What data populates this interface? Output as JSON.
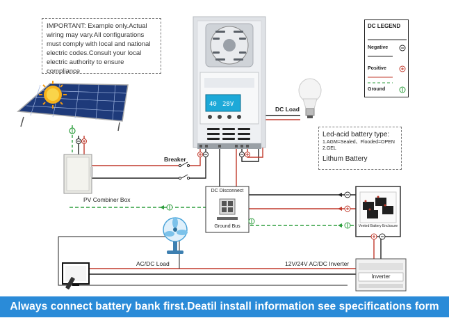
{
  "note": {
    "text": "IMPORTANT: Example only.Actual wiring may vary.All configurations must comply with local and national electric codes.Consult your local electric authority to ensure compliance"
  },
  "legend": {
    "title": "DC LEGEND",
    "negative": "Negative",
    "positive": "Positive",
    "ground": "Ground",
    "colors": {
      "negative": "#222222",
      "positive": "#c0392b",
      "ground": "#2e9e3e"
    }
  },
  "battery_info": {
    "title": "Led-acid battery type:",
    "line1": "1.AGM=Sealed、Flooded=OPEN",
    "line2": "2.GEL",
    "line3": "Lithum Battery"
  },
  "labels": {
    "dc_load": "DC Load",
    "breaker": "Breaker",
    "pv_combiner": "PV Combiner Box",
    "dc_disconnect": "DC Disconnect",
    "ground_bus": "Ground Bus",
    "battery_enclosure": "Vented Battery Enclosure",
    "acdc_load": "AC/DC Load",
    "inverter_label": "12V/24V AC/DC Inverter",
    "inverter": "Inverter"
  },
  "controller": {
    "display_left": "40",
    "display_right": "28V"
  },
  "banner": {
    "text": "Always connect battery bank first.Deatil install information see specifications form"
  }
}
